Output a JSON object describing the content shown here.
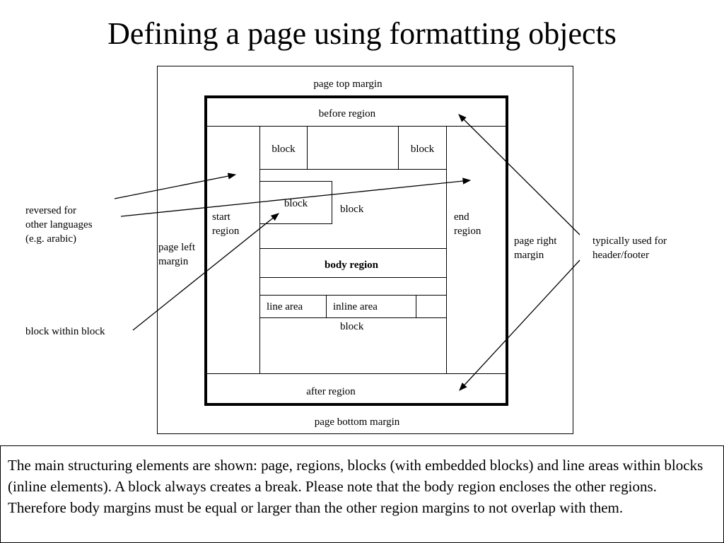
{
  "title": "Defining a page using formatting objects",
  "diagram": {
    "page_top_margin": "page top margin",
    "page_bottom_margin": "page bottom margin",
    "page_left_margin": "page left\nmargin",
    "page_right_margin": "page right\nmargin",
    "before_region": "before region",
    "after_region": "after region",
    "start_region": "start\nregion",
    "end_region": "end\nregion",
    "body_region": "body region",
    "block_top_left": "block",
    "block_top_right": "block",
    "block_inner": "block",
    "block_outer": "block",
    "line_area": "line area",
    "inline_area": "inline area",
    "block_bottom": "block"
  },
  "annotations": {
    "reversed": "reversed for\nother languages\n(e.g. arabic)",
    "block_within_block": "block within block",
    "header_footer": "typically used for\nheader/footer"
  },
  "caption": "The main structuring elements are shown: page, regions, blocks (with embedded blocks) and line areas within blocks (inline elements). A block always creates a break. Please note that the body region encloses the other regions. Therefore body margins must be equal or larger than the other region margins to not overlap with them."
}
